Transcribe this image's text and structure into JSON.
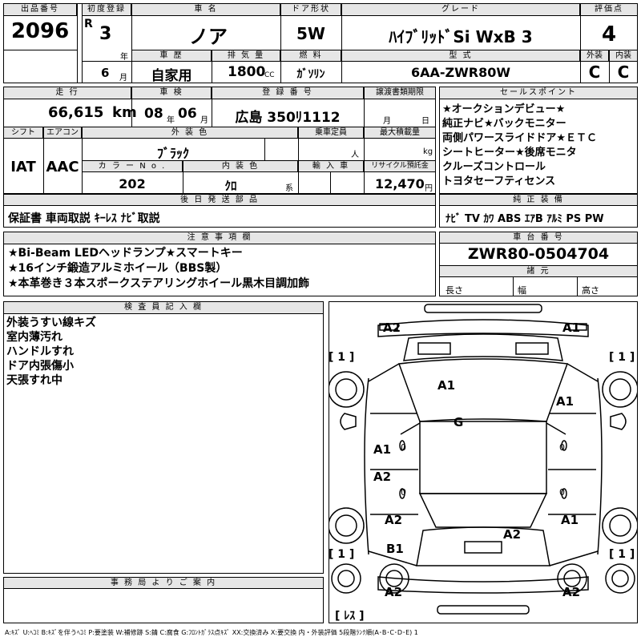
{
  "top": {
    "lot_label": "出品番号",
    "lot": "2096",
    "first_reg_label": "初度登録",
    "era": "R",
    "year": "3",
    "year_unit": "年",
    "month": "6",
    "month_unit": "月",
    "car_name_label": "車 名",
    "car_name": "ノア",
    "door_label": "ドア形状",
    "door": "5W",
    "grade_label": "グレード",
    "grade": "ﾊｲﾌﾞﾘｯﾄﾞSi WxB 3",
    "score_label": "評価点",
    "score": "4",
    "history_label": "車 歴",
    "history": "自家用",
    "displacement_label": "排 気 量",
    "displacement": "1800",
    "displacement_unit": "CC",
    "fuel_label": "燃 料",
    "fuel": "ｶﾞｿﾘﾝ",
    "model_label": "型 式",
    "model": "6AA-ZWR80W",
    "ext_label": "外装",
    "ext": "C",
    "int_label": "内装",
    "int": "C"
  },
  "second": {
    "mileage_label": "走 行",
    "mileage": "66,615",
    "mileage_unit": "km",
    "inspection_label": "車 検",
    "insp_year": "08",
    "insp_year_unit": "年",
    "insp_month": "06",
    "insp_month_unit": "月",
    "plate_label": "登 録 番 号",
    "plate": "広島 350ﾘ1112",
    "transfer_label": "譲渡書類期限",
    "transfer_month_unit": "月",
    "transfer_day_unit": "日",
    "shift_label": "シフト",
    "shift": "IAT",
    "ac_label": "エアコン",
    "ac": "AAC",
    "color_label": "外 装 色",
    "color": "ﾌﾞﾗｯｸ",
    "capacity_label": "乗車定員",
    "capacity_unit": "人",
    "load_label": "最大積載量",
    "load_unit": "kg",
    "color_no_label": "カ ラ ー N o .",
    "color_no": "202",
    "interior_color_label": "内 装 色",
    "interior_color": "ｸﾛ",
    "interior_color_unit": "系",
    "import_label": "輸 入 車",
    "recycle_label": "リサイクル預託金",
    "recycle": "12,470",
    "recycle_unit": "円"
  },
  "selling_points": {
    "label": "セールスポイント",
    "items": [
      "★オークションデビュー★",
      "純正ナビ★バックモニター",
      "両側パワースライドドア★ＥＴＣ",
      "シートヒーター★後席モニタ",
      "クルーズコントロール",
      "トヨタセーフティセンス"
    ]
  },
  "delivery": {
    "label": "後 日 発 送 部 品",
    "text": "保証書 車両取説 ｷｰﾚｽ ﾅﾋﾞ取説"
  },
  "equipment": {
    "label": "純 正 装 備",
    "text": "ﾅﾋﾞ TV ｶﾜ ABS ｴｱB ｱﾙﾐ PS PW"
  },
  "notes": {
    "label": "注 意 事 項 欄",
    "items": [
      "★Bi-Beam LEDヘッドランプ★スマートキー",
      "★16インチ鍛造アルミホイール（BBS製）",
      "★本革巻き３本スポークステアリングホイール黒木目調加飾"
    ]
  },
  "chassis": {
    "label": "車 台 番 号",
    "number": "ZWR80-0504704",
    "dims_label": "諸 元",
    "length_label": "長さ",
    "width_label": "幅",
    "height_label": "高さ"
  },
  "inspector": {
    "label": "検 査 員 記 入 欄",
    "items": [
      "外装うすい線キズ",
      "室内薄汚れ",
      "ハンドルすれ",
      "ドア内張傷小",
      "天張すれ中"
    ]
  },
  "office": {
    "label": "事 務 局 よ り ご 案 内"
  },
  "diagram": {
    "marks": {
      "front_left": "A2",
      "front_right": "A1",
      "tire_fl": "1",
      "tire_fr": "1",
      "tire_rl": "1",
      "tire_rr": "1",
      "windshield": "A1",
      "roof": "G",
      "fender_right": "A1",
      "door_left_front": "A1",
      "door_left_rear": "A2",
      "rear_left_quarter": "A2",
      "rear_left_panel": "B1",
      "roof_rear": "A2",
      "rear_right_quarter": "A1",
      "rear_left": "A2",
      "rear_right": "A2",
      "spare": "ﾚｽ",
      "zero_left_1": "0",
      "zero_left_2": "0",
      "zero_right_1": "0",
      "zero_right_2": "0"
    }
  },
  "footer": {
    "legend": "A:ｷｽﾞ U:ﾍｺﾐ B:ｷｽﾞを伴うﾍｺﾐ P:要塗装 W:補修跡 S:錆 C:腐食 G:ﾌﾛﾝﾄｶﾞﾗｽ点ｷｽﾞ XX:交換済み X:要交換 内・外装評価 5段階ﾗﾝｸ順(A･B･C･D･E) 1"
  }
}
